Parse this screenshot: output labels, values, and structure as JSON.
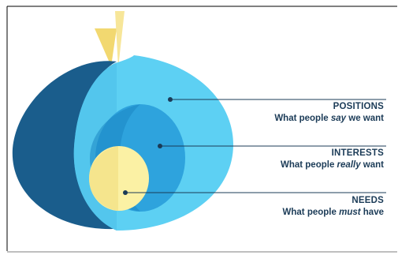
{
  "colors": {
    "frame": "#000000",
    "outer_dark": "#1a5d8c",
    "outer_light": "#5dd0f3",
    "middle": "#2ea3dd",
    "middle_dark": "#1b86c2",
    "core": "#fbf1a4",
    "core_shade": "#f2dd7e",
    "sprout": "#f7e699",
    "text": "#1b3b57"
  },
  "layers": [
    {
      "title": "POSITIONS",
      "desc_before": "What people ",
      "desc_em": "say",
      "desc_after": " we want"
    },
    {
      "title": "INTERESTS",
      "desc_before": "What people ",
      "desc_em": "really",
      "desc_after": " want"
    },
    {
      "title": "NEEDS",
      "desc_before": "What people ",
      "desc_em": "must",
      "desc_after": " have"
    }
  ]
}
